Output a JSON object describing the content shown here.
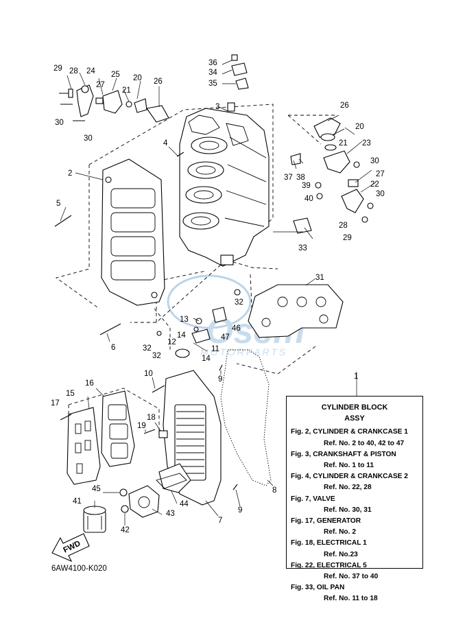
{
  "diagram": {
    "code": "6AW4100-K020",
    "fwd_label": "FWD",
    "watermark_main": "Osem",
    "watermark_sub": "MOTORPARTS",
    "callouts": {
      "c1": "1",
      "c2": "2",
      "c3": "3",
      "c4": "4",
      "c5": "5",
      "c6": "6",
      "c7": "7",
      "c8": "8",
      "c9a": "9",
      "c9b": "9",
      "c10": "10",
      "c11": "11",
      "c12": "12",
      "c13": "13",
      "c14a": "14",
      "c14b": "14",
      "c15": "15",
      "c16": "16",
      "c17": "17",
      "c18": "18",
      "c19": "19",
      "c20a": "20",
      "c20b": "20",
      "c21a": "21",
      "c21b": "21",
      "c22": "22",
      "c23": "23",
      "c24": "24",
      "c25": "25",
      "c26a": "26",
      "c26b": "26",
      "c27a": "27",
      "c27b": "27",
      "c28a": "28",
      "c28b": "28",
      "c29a": "29",
      "c29b": "29",
      "c30a": "30",
      "c30b": "30",
      "c30c": "30",
      "c30d": "30",
      "c31": "31",
      "c32a": "32",
      "c32b": "32",
      "c32c": "32",
      "c33": "33",
      "c34": "34",
      "c35": "35",
      "c36": "36",
      "c37": "37",
      "c38": "38",
      "c39": "39",
      "c40": "40",
      "c41": "41",
      "c42": "42",
      "c43": "43",
      "c44": "44",
      "c45": "45",
      "c46": "46",
      "c47": "47"
    }
  },
  "reference_box": {
    "title": "CYLINDER  BLOCK",
    "subtitle": "ASSY",
    "entries": [
      {
        "fig": "Fig. 2, CYLINDER & CRANKCASE 1",
        "ref": "Ref. No. 2 to 40, 42 to 47"
      },
      {
        "fig": "Fig. 3, CRANKSHAFT & PISTON",
        "ref": "Ref. No. 1 to 11"
      },
      {
        "fig": "Fig. 4, CYLINDER & CRANKCASE 2",
        "ref": "Ref. No. 22, 28"
      },
      {
        "fig": "Fig. 7, VALVE",
        "ref": "Ref. No. 30, 31"
      },
      {
        "fig": "Fig. 17, GENERATOR",
        "ref": "Ref. No. 2"
      },
      {
        "fig": "Fig. 18, ELECTRICAL 1",
        "ref": "Ref. No.23"
      },
      {
        "fig": "Fig. 22, ELECTRICAL 5",
        "ref": "Ref. No. 37 to 40"
      },
      {
        "fig": "Fig. 33, OIL PAN",
        "ref": "Ref. No. 11 to 18"
      }
    ]
  }
}
